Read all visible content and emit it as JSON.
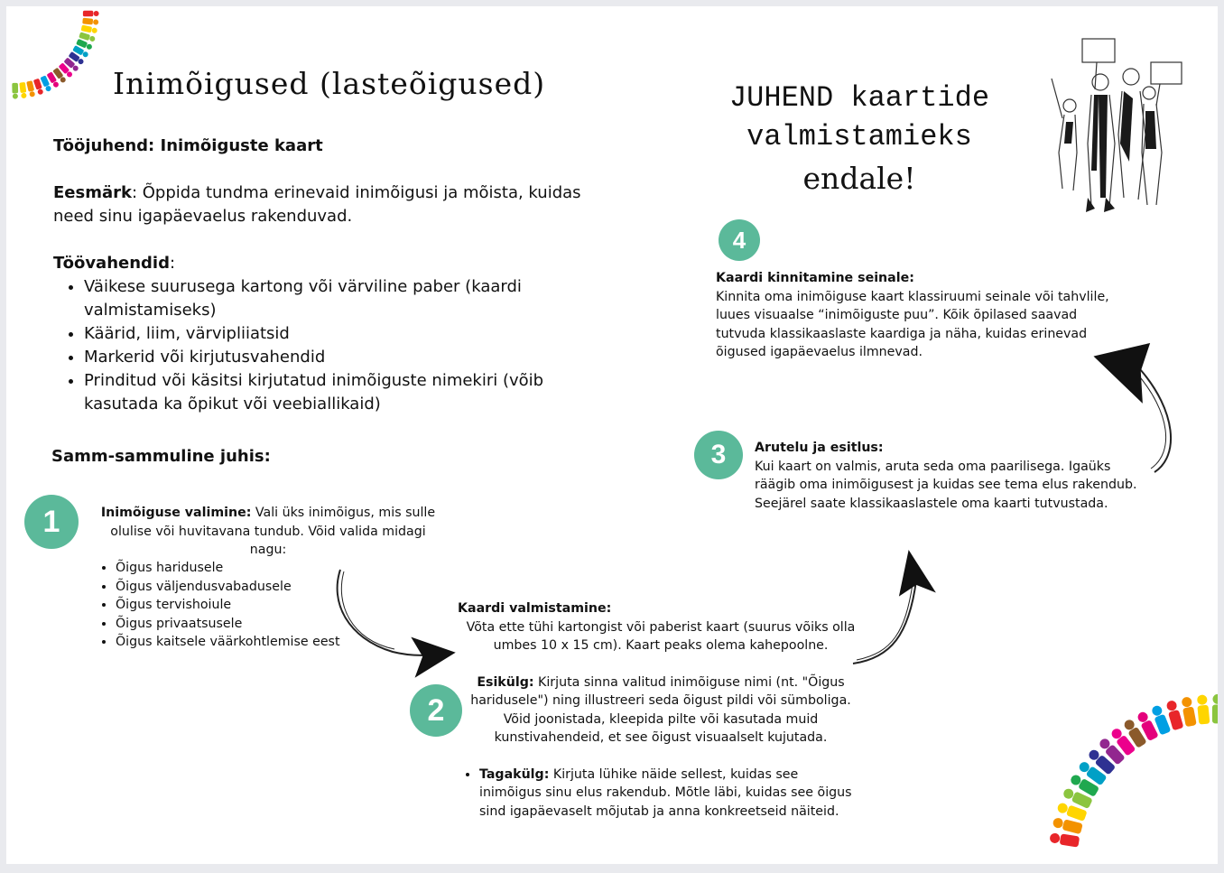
{
  "title": "Inimõigused (lasteõigused)",
  "right_title": {
    "line1": "JUHEND kaartide",
    "line2": "valmistamieks",
    "line3": "endale!"
  },
  "intro": {
    "worksheet_label": "Töö­juhend: Inimõiguste kaart",
    "goal_label": "Eesmärk",
    "goal_text": ": Õppida tundma erinevaid inimõigusi ja mõista, kuidas need sinu igapäevaelus rakenduvad.",
    "tools_label": "Töövahendid",
    "tools_colon": ":",
    "tools": [
      "Väikese suurusega kartong või värviline paber (kaardi valmistamiseks)",
      "Käärid, liim, värvipliiatsid",
      "Markerid või kirjutusvahendid",
      "Prinditud või käsitsi kirjutatud inimõiguste nimekiri (võib kasutada ka õpikut või veebiallikaid)"
    ]
  },
  "steps_heading": "Samm-sammuline juhis:",
  "steps": [
    {
      "number": "1",
      "label": "Inimõiguse valimine:",
      "text": " Vali üks inimõigus, mis sulle olulise või huvitavana tundub. Võid valida midagi nagu:",
      "examples": [
        "Õigus haridusele",
        "Õigus väljendusvabadusele",
        "Õigus tervishoiule",
        "Õigus privaatsusele",
        "Õigus kaitsele väärkohtlemise eest"
      ]
    },
    {
      "number": "2",
      "label": "Kaardi valmistamine:",
      "text": "Võta ette tühi kartongist või paberist kaart (suurus võiks olla umbes 10 x 15 cm). Kaart peaks olema kahepoolne.",
      "front_label": "Esikülg:",
      "front_text": " Kirjuta sinna valitud inimõiguse nimi (nt. \"Õigus haridusele\") ning illustreeri seda õigust pildi või sümboliga. Võid joonistada, kleepida pilte või kasutada muid kunstivahendeid, et see õigust visuaalselt kujutada.",
      "back_label": "Tagakülg:",
      "back_text": " Kirjuta lühike näide sellest, kuidas see inimõigus sinu elus rakendub. Mõtle läbi, kuidas see õigus sind igapäevaselt mõjutab ja anna konkreetseid näiteid."
    },
    {
      "number": "3",
      "label": "Arutelu ja esitlus:",
      "text": "Kui kaart on valmis, aruta seda oma paarilisega. Igaüks räägib oma inimõigusest ja kuidas see tema elus rakendub. Seejärel saate klassikaaslastele oma kaarti tutvustada."
    },
    {
      "number": "4",
      "label": "Kaardi kinnitamine seinale:",
      "text": "Kinnita oma inimõiguse kaart klassiruumi seinale või tahvlile, luues visuaalse “inimõiguste puu”. Kõik õpilased saavad tutvuda klassikaaslaste kaardiga ja näha, kuidas erinevad õigused igapäevaelus ilmnevad."
    }
  ],
  "colors": {
    "accent_green": "#5bb99a",
    "page_bg": "#ffffff",
    "frame_bg": "#e9eaee"
  },
  "icons": [
    "people-circle-decoration-icon",
    "protesters-illustration-icon",
    "curved-arrow-icon"
  ]
}
